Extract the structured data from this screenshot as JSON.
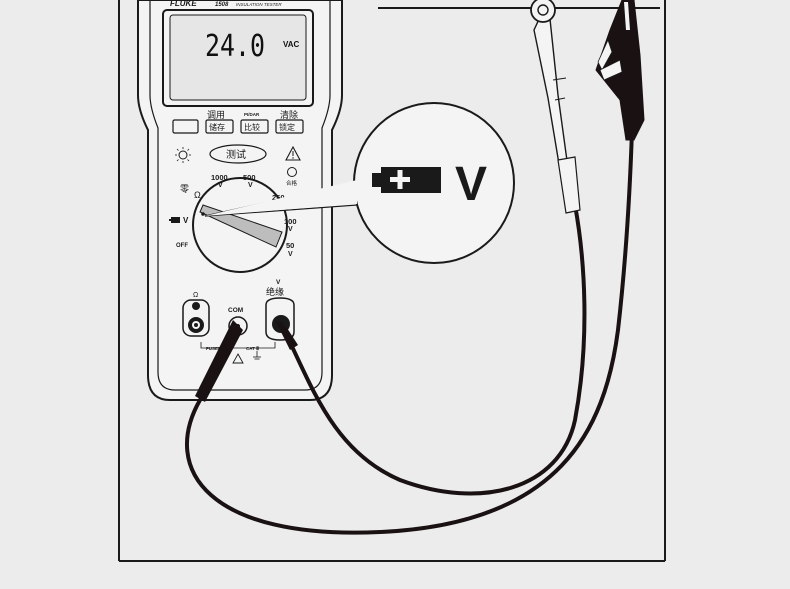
{
  "meter": {
    "brand": "FLUKE",
    "model": "1508",
    "subtitle": "INSULATION TESTER",
    "display": {
      "reading": "24.0",
      "unit": "VAC"
    },
    "buttons": {
      "left_top": "调用",
      "left_label": "储存",
      "mid_top": "PI/DAR",
      "mid_label": "比较",
      "right_top": "清除",
      "right_label": "锁定",
      "test_label": "测试",
      "pass_label": "合格"
    },
    "dial": {
      "zero_label": "零",
      "ohm_symbol": "Ω",
      "v1000": "1000",
      "v500": "500",
      "v250": "250",
      "v100": "100",
      "v50": "50",
      "v_unit": "V",
      "volt_label": "V",
      "off_label": "OFF"
    },
    "jacks": {
      "ohm_label": "Ω",
      "com_label": "COM",
      "insulation_label": "绝缘",
      "insulation_v": "V",
      "fuse_label": "FUSED",
      "cat_label": "CAT Ⅲ"
    }
  },
  "callout": {
    "voltage_label": "V",
    "icon": "battery-plus-icon"
  },
  "colors": {
    "background": "#ececec",
    "frame": "#1a1a1a",
    "meter_body": "#f2f2f2",
    "lcd": "#e6e6e6",
    "pointer_band": "#bdbdbd",
    "lead": "#1a1212"
  }
}
